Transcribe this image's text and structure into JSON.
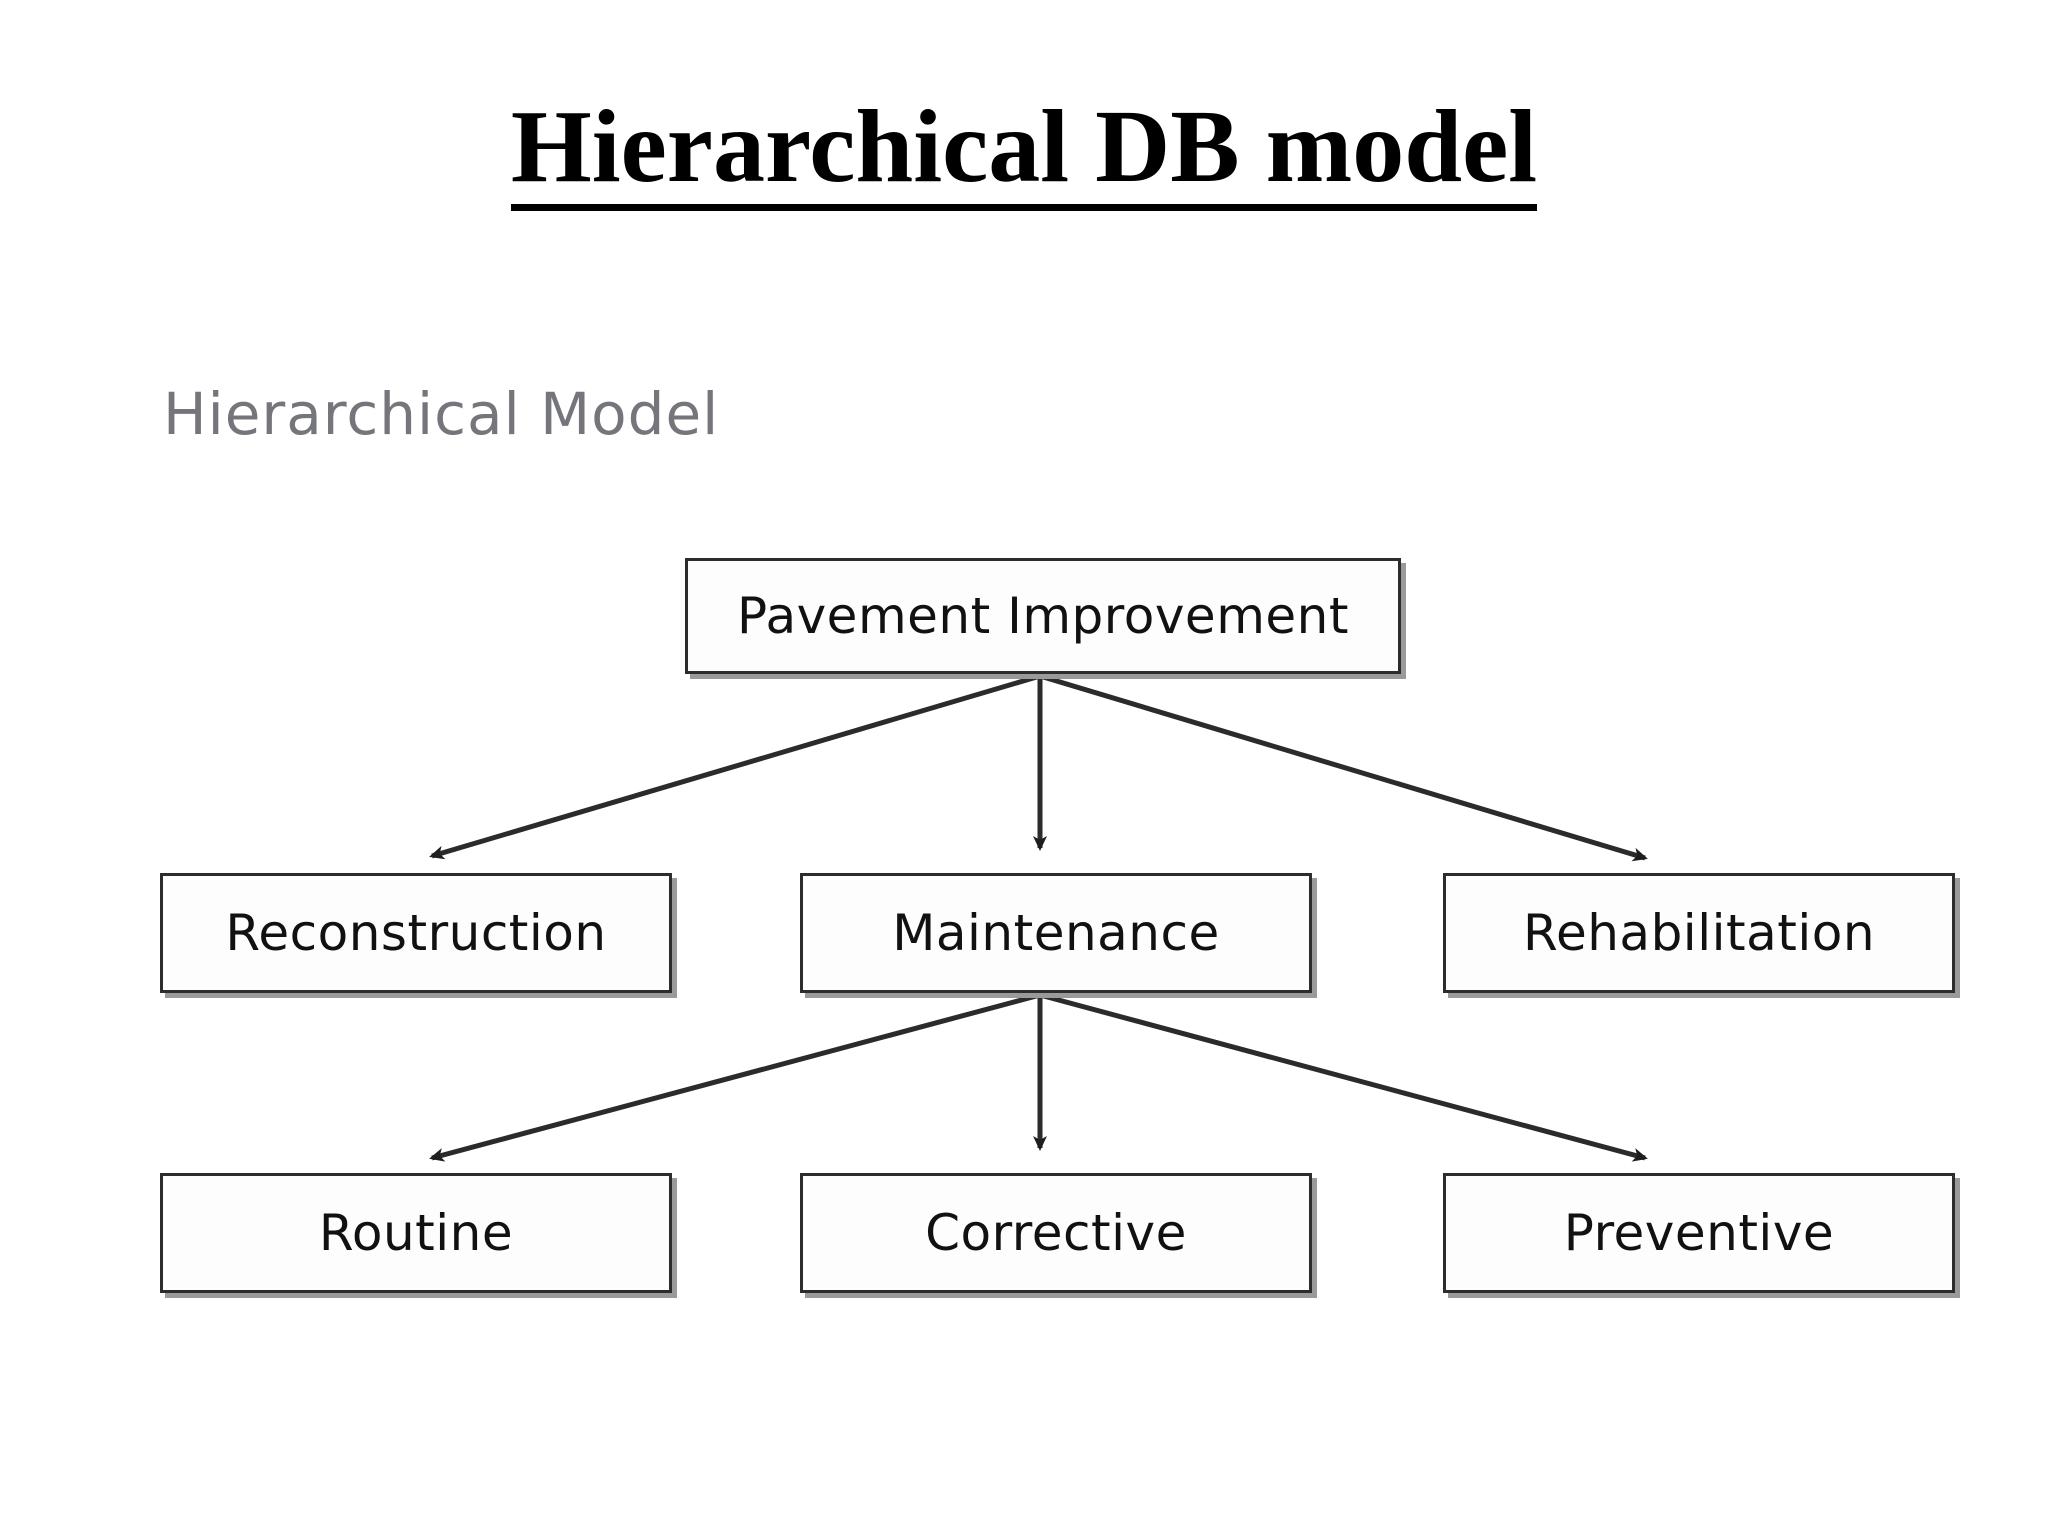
{
  "slide": {
    "title": "Hierarchical DB model"
  },
  "figure": {
    "caption": "Hierarchical Model",
    "type": "tree-diagram",
    "levels": 3,
    "nodes": {
      "root": "Pavement Improvement",
      "level2": [
        "Reconstruction",
        "Maintenance",
        "Rehabilitation"
      ],
      "level3": [
        "Routine",
        "Corrective",
        "Preventive"
      ]
    },
    "edges": [
      {
        "from": "Pavement Improvement",
        "to": "Reconstruction",
        "arrow": "arrowhead-left"
      },
      {
        "from": "Pavement Improvement",
        "to": "Maintenance",
        "arrow": "arrowhead-down"
      },
      {
        "from": "Pavement Improvement",
        "to": "Rehabilitation",
        "arrow": "arrowhead-right"
      },
      {
        "from": "Maintenance",
        "to": "Routine",
        "arrow": "arrowhead-left"
      },
      {
        "from": "Maintenance",
        "to": "Corrective",
        "arrow": "arrowhead-down"
      },
      {
        "from": "Maintenance",
        "to": "Preventive",
        "arrow": "arrowhead-right"
      }
    ]
  },
  "colors": {
    "background": "#ffffff",
    "title_text": "#000000",
    "caption_text": "#74767c",
    "node_border": "#2c2c2c",
    "node_shadow": "#9a9a9a",
    "node_fill": "#fdfdfd",
    "connector": "#2b2b2b"
  }
}
